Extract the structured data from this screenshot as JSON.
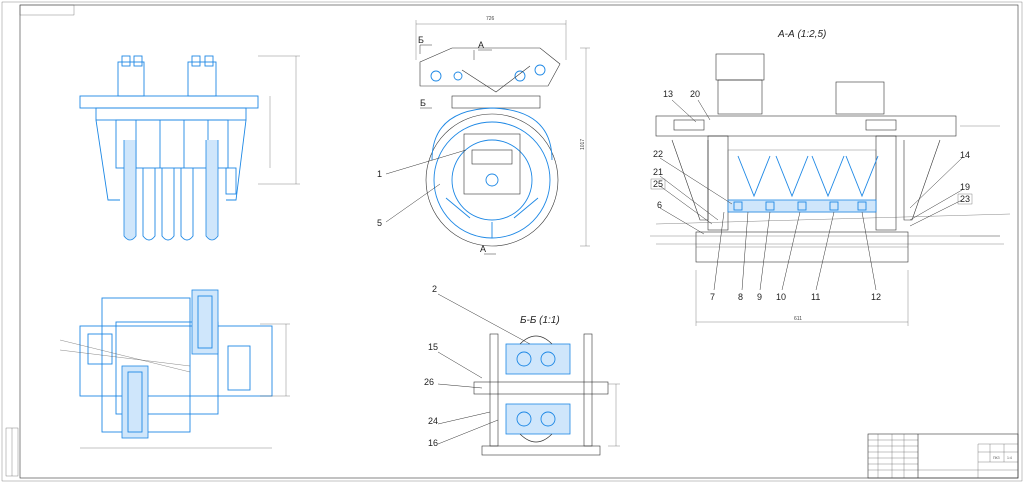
{
  "views": {
    "section_aa": {
      "title": "А-А (1:2,5)",
      "dim_width": "611"
    },
    "section_bb": {
      "title": "Б-Б (1:1)"
    },
    "front": {
      "dim_top": "726",
      "dim_height": "1017",
      "cut_b_top": "Б",
      "cut_b_mid": "Б",
      "cut_a_top": "А",
      "cut_a_bottom": "А"
    }
  },
  "callouts": [
    {
      "id": "1",
      "text": "1"
    },
    {
      "id": "2",
      "text": "2"
    },
    {
      "id": "5",
      "text": "5"
    },
    {
      "id": "6",
      "text": "6"
    },
    {
      "id": "7",
      "text": "7"
    },
    {
      "id": "8",
      "text": "8"
    },
    {
      "id": "9",
      "text": "9"
    },
    {
      "id": "10",
      "text": "10"
    },
    {
      "id": "11",
      "text": "11"
    },
    {
      "id": "12",
      "text": "12"
    },
    {
      "id": "13",
      "text": "13"
    },
    {
      "id": "14",
      "text": "14"
    },
    {
      "id": "15",
      "text": "15"
    },
    {
      "id": "16",
      "text": "16"
    },
    {
      "id": "19",
      "text": "19"
    },
    {
      "id": "20",
      "text": "20"
    },
    {
      "id": "21",
      "text": "21"
    },
    {
      "id": "22",
      "text": "22"
    },
    {
      "id": "23",
      "text": "23"
    },
    {
      "id": "24",
      "text": "24"
    },
    {
      "id": "25",
      "text": "25"
    },
    {
      "id": "26",
      "text": "26"
    }
  ],
  "title_block": {
    "doc_code": "ПКЗ",
    "sheets": "1:4"
  }
}
